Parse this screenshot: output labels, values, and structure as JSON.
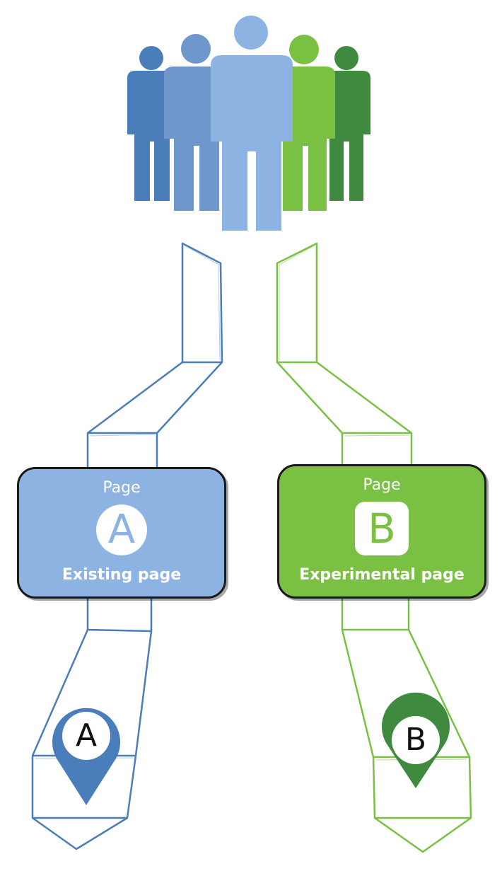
{
  "colors": {
    "blue_dark": "#4a7ebb",
    "blue_mid": "#6f97cc",
    "blue_light": "#8db3e2",
    "green_light": "#7ac143",
    "green_dark": "#3f8a3f"
  },
  "people": [
    {
      "icon": "person-icon",
      "color": "#4a7ebb"
    },
    {
      "icon": "person-icon",
      "color": "#6f97cc"
    },
    {
      "icon": "person-icon",
      "color": "#8db3e2"
    },
    {
      "icon": "person-icon",
      "color": "#7ac143"
    },
    {
      "icon": "person-icon",
      "color": "#3f8a3f"
    }
  ],
  "variant_a": {
    "label": "Page",
    "badge": "A",
    "caption": "Existing page",
    "pin": "A"
  },
  "variant_b": {
    "label": "Page",
    "badge": "B",
    "caption": "Experimental page",
    "pin": "B"
  }
}
